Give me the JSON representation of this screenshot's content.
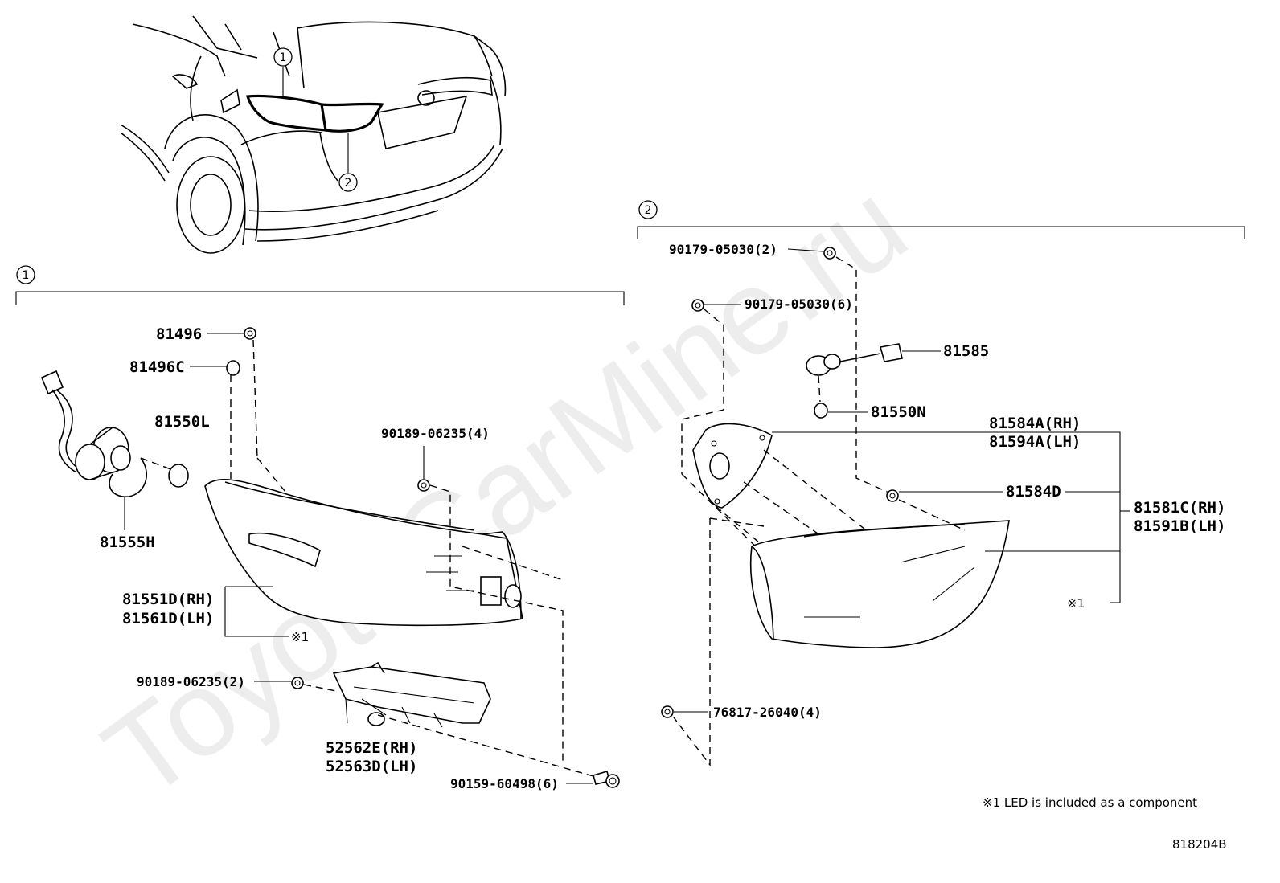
{
  "watermark": "ToyotaCarMine.ru",
  "diagram_id": "818204B",
  "footnote": "※1 LED is included as a component",
  "callouts": {
    "one": "1",
    "two": "2"
  },
  "section1": {
    "labels": {
      "p81496": "81496",
      "p81496c": "81496C",
      "p81550l": "81550L",
      "p81555h": "81555H",
      "p90189_4": "90189-06235(4)",
      "p81551d": "81551D(RH)",
      "p81561d": "81561D(LH)",
      "note1": "※1",
      "p90189_2": "90189-06235(2)",
      "p52562e": "52562E(RH)",
      "p52563d": "52563D(LH)",
      "p90159": "90159-60498(6)"
    }
  },
  "section2": {
    "labels": {
      "p90179_2": "90179-05030(2)",
      "p90179_6": "90179-05030(6)",
      "p81585": "81585",
      "p81550n": "81550N",
      "p81584a": "81584A(RH)",
      "p81594a": "81594A(LH)",
      "p81584d": "81584D",
      "p81581c": "81581C(RH)",
      "p81591b": "81591B(LH)",
      "note1": "※1",
      "p76817": "76817-26040(4)"
    }
  }
}
